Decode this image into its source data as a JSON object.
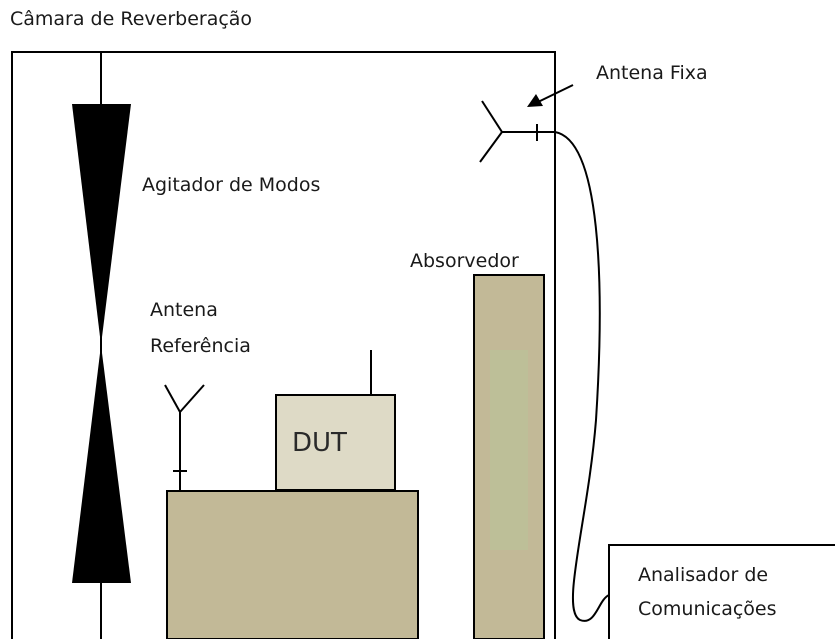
{
  "labels": {
    "chamber": "Câmara de Reverberação",
    "mode_stirrer": "Agitador de Modos",
    "fixed_antenna": "Antena Fixa",
    "absorber": "Absorvedor",
    "reference_antenna_line1": "Antena",
    "reference_antenna_line2": "Referência",
    "dut": "DUT",
    "analyzer_line1": "Analisador de",
    "analyzer_line2": "Comunicações"
  },
  "colors": {
    "outline": "#000000",
    "table": "#c2b997",
    "dut_box": "#dedac6",
    "absorber": "#c2b997",
    "stirrer": "#000000"
  }
}
